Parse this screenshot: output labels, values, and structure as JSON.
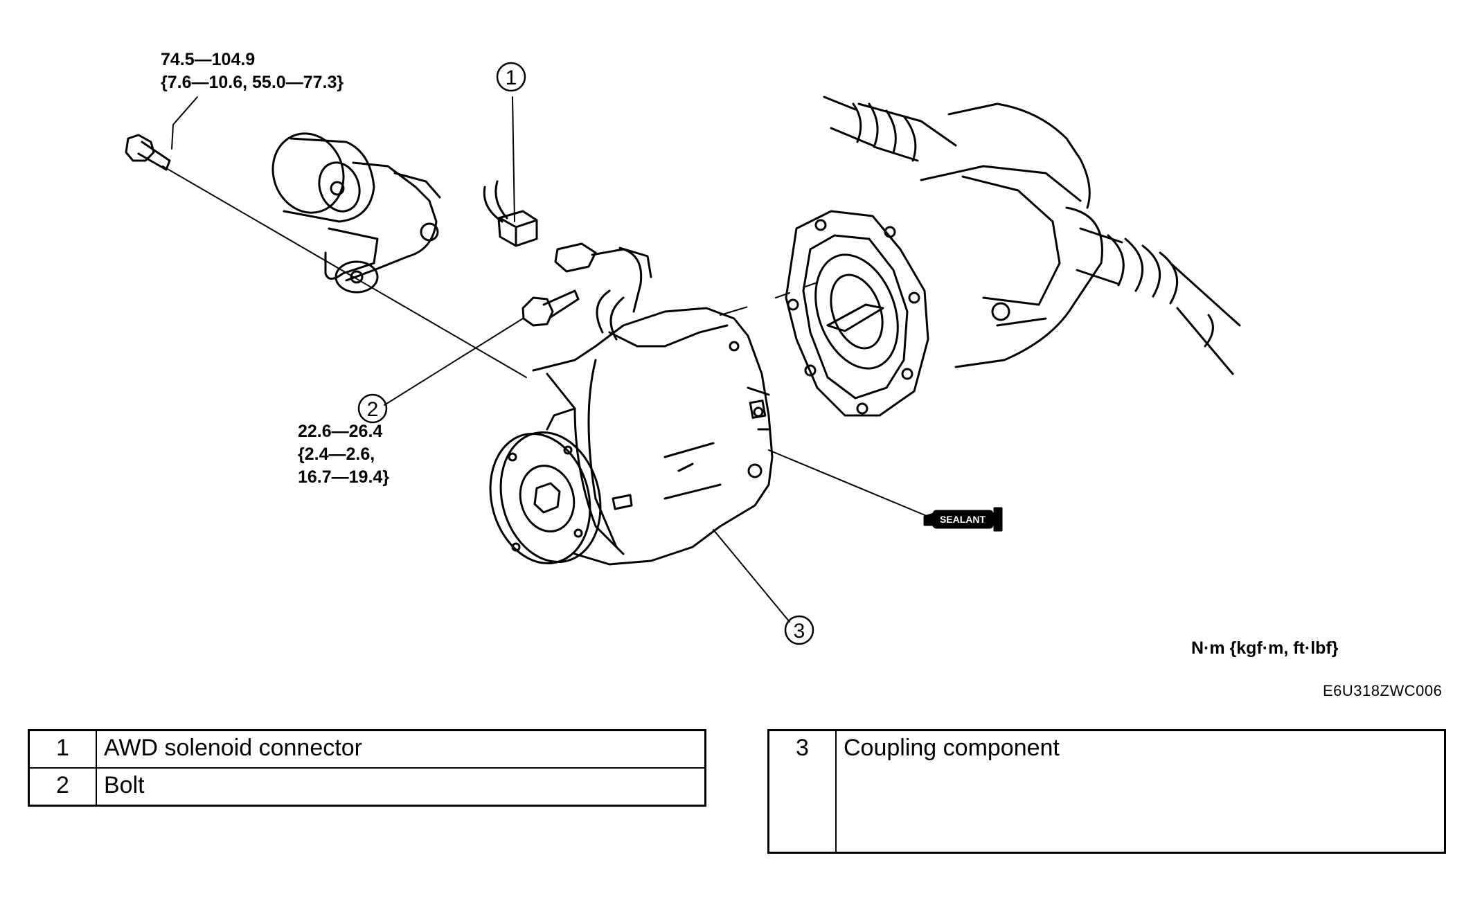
{
  "callouts": [
    "1",
    "2",
    "3"
  ],
  "torque_upper": [
    "74.5—104.9",
    "{7.6—10.6, 55.0—77.3}"
  ],
  "torque_bolt": [
    "22.6—26.4",
    "{2.4—2.6,",
    "16.7—19.4}"
  ],
  "sealant_label": "SEALANT",
  "units": "N·m {kgf·m, ft·lbf}",
  "figure_code": "E6U318ZWC006",
  "legend": [
    {
      "num": "1",
      "label": "AWD solenoid connector"
    },
    {
      "num": "2",
      "label": "Bolt"
    },
    {
      "num": "3",
      "label": "Coupling component"
    }
  ]
}
